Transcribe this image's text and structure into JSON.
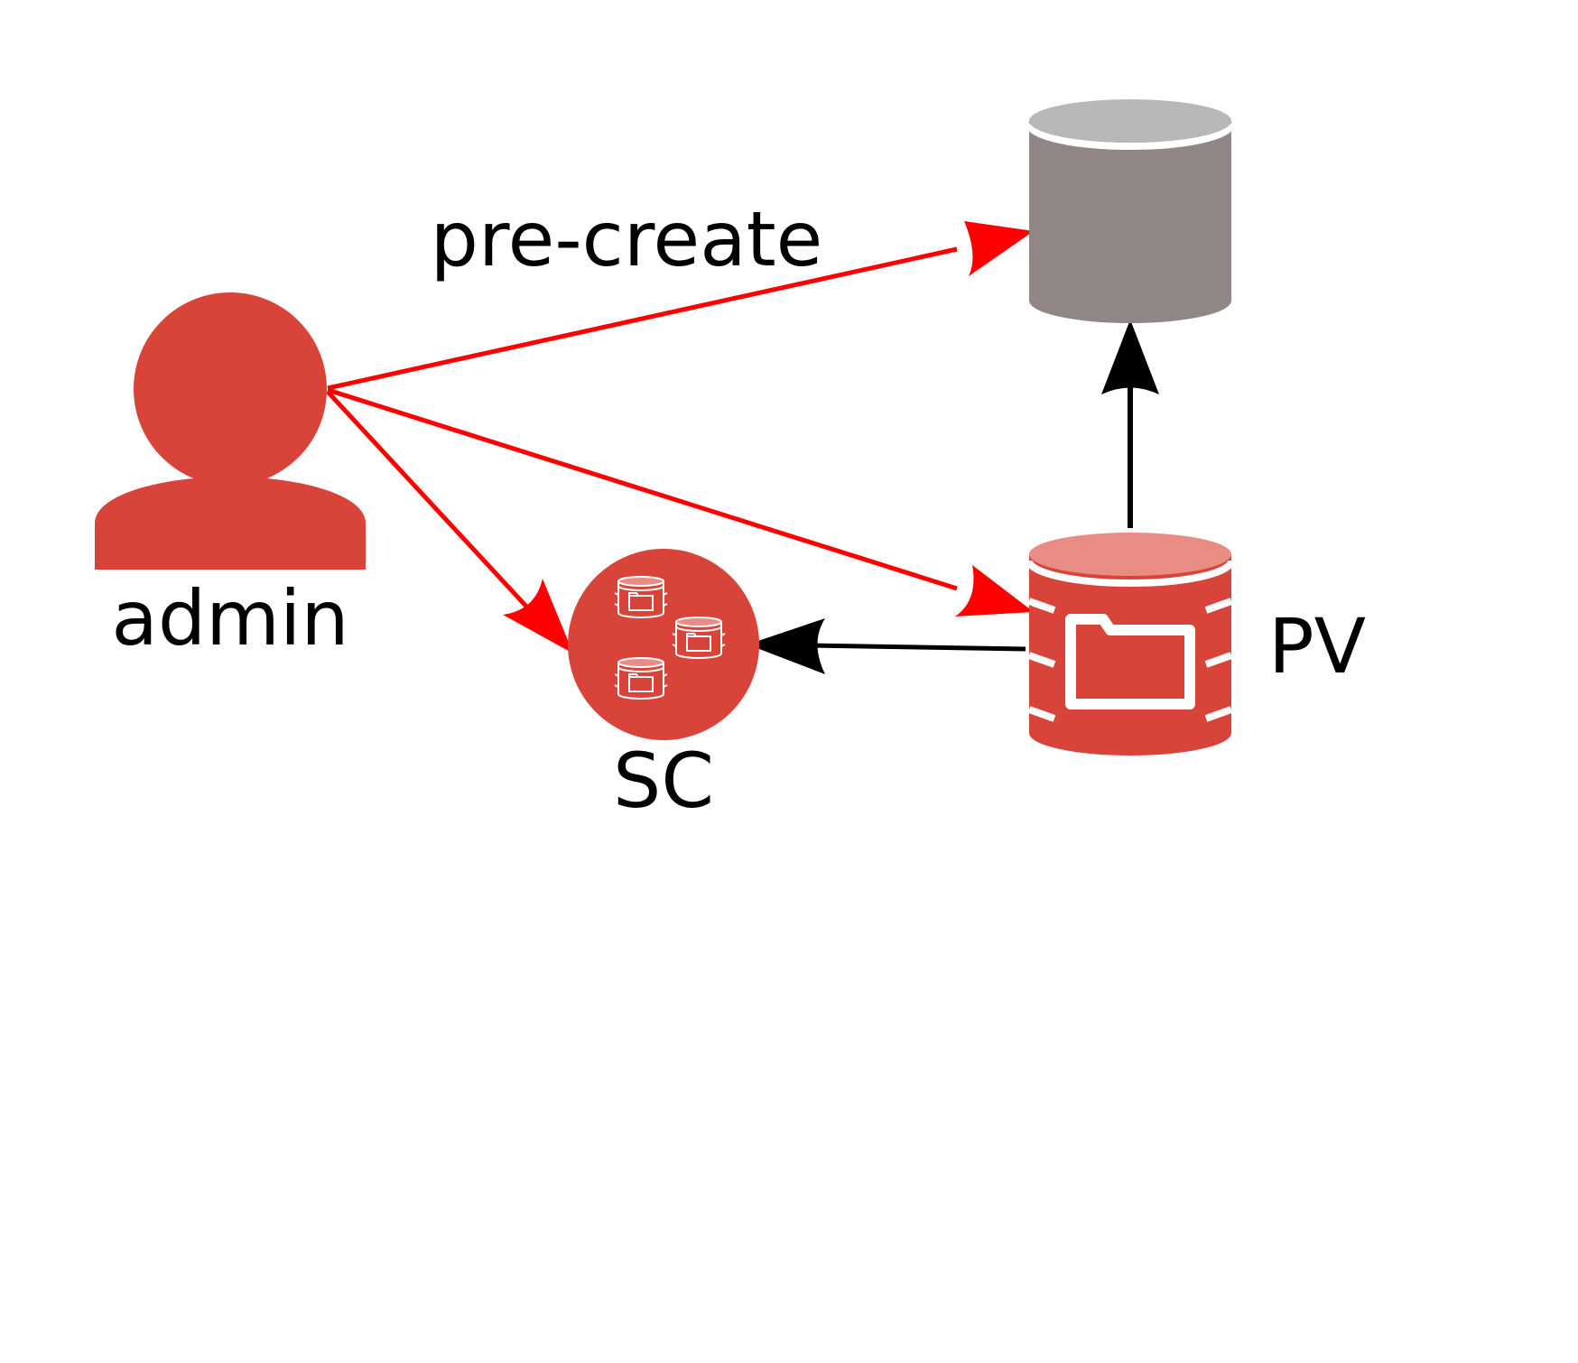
{
  "labels": {
    "edge_precreate": "pre-create",
    "admin": "admin",
    "sc": "SC",
    "pv": "PV"
  },
  "nodes": {
    "admin": {
      "icon": "user-icon",
      "color": "#d9443a"
    },
    "storage": {
      "icon": "database-icon",
      "color": "#8f8685",
      "top_color": "#b9b8b6"
    },
    "sc": {
      "icon": "storage-class-icon",
      "color": "#d9443a",
      "inner_icon": "volume-icon"
    },
    "pv": {
      "icon": "persistent-volume-icon",
      "color": "#d9443a",
      "top_color": "#e88c84",
      "inner_icon": "folder-icon"
    }
  },
  "edges": [
    {
      "from": "admin",
      "to": "storage",
      "color": "#ff0000",
      "label": "edge_precreate"
    },
    {
      "from": "admin",
      "to": "pv",
      "color": "#ff0000"
    },
    {
      "from": "admin",
      "to": "sc",
      "color": "#ff0000"
    },
    {
      "from": "pv",
      "to": "storage",
      "color": "#000000"
    },
    {
      "from": "pv",
      "to": "sc",
      "color": "#000000"
    }
  ]
}
